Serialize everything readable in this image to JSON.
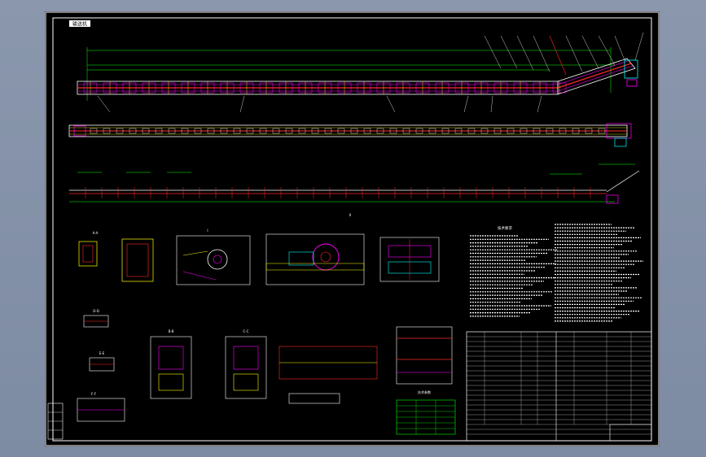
{
  "drawing": {
    "badge": "输送机",
    "section_labels": {
      "a": "A-A",
      "b": "B-B",
      "c": "C-C",
      "d": "D-D",
      "e": "E-E",
      "f": "F-F",
      "i": "I",
      "ii": "II"
    },
    "notes_title": "技术要求",
    "table_title": "技术参数"
  },
  "colors": {
    "sheet_bg": "#000000",
    "viewport_bg": "#7f8da6",
    "line_white": "#ffffff",
    "line_red": "#ff2a2a",
    "line_yellow": "#ffff00",
    "line_green": "#00ff00",
    "line_cyan": "#00ffff",
    "line_magenta": "#ff00ff",
    "line_blue": "#3a5bff"
  }
}
